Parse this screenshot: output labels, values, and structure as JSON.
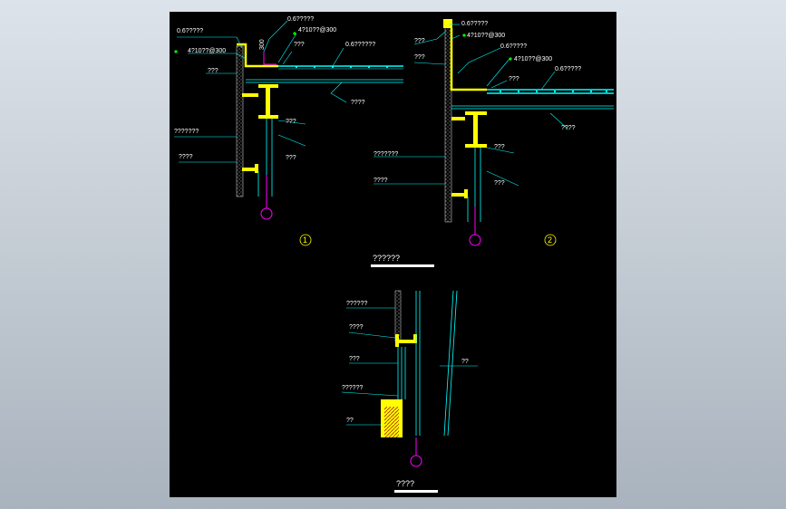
{
  "colors": {
    "background": "#000000",
    "frame": "#d6dce3",
    "structure": "#ffff00",
    "glass": "#00ffff",
    "leader": "#00ffff",
    "text": "#ffffff",
    "axis": "#ff00ff",
    "wall": "#a0a0a0",
    "anchor": "#00ff00"
  },
  "detail1": {
    "number": "1",
    "labels": {
      "top_plate": "0.6?????",
      "roof_plate": "0.6?????",
      "anchor": "4?10??@300",
      "anchor2": "4?10??@300",
      "joint": "???",
      "sheet": "0.6??????",
      "seal": "???",
      "beam": "????",
      "wall": "???????",
      "post": "???",
      "mullion": "???",
      "bracket": "????",
      "dim": "300"
    }
  },
  "detail2": {
    "number": "2",
    "labels": {
      "top_plate": "0.6?????",
      "anchor": "4?10??@300",
      "cap": "???",
      "wall_top": "???",
      "plate2": "0.6?????",
      "anchor2": "4?10??@300",
      "joint": "???",
      "sheet": "0.6?????",
      "beam": "????",
      "post": "???",
      "wall": "???????",
      "bracket": "????",
      "mullion": "???"
    }
  },
  "detail3": {
    "labels": {
      "wall": "??????",
      "bracket": "????",
      "glass": "???",
      "frame": "??????",
      "base": "??",
      "slope": "??"
    }
  },
  "titles": {
    "upper": "??????",
    "lower": "????"
  }
}
